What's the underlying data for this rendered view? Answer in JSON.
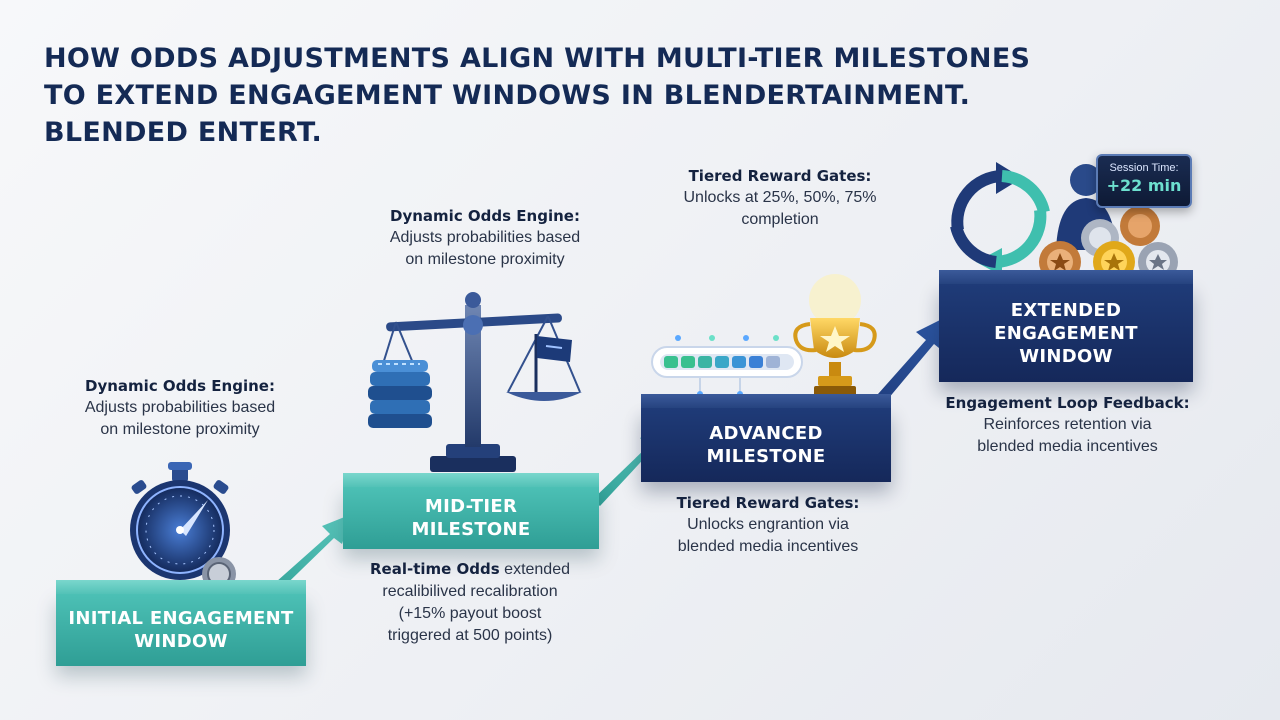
{
  "title": {
    "line1": "HOW ODDS ADJUSTMENTS ALIGN WITH MULTI-TIER MILESTONES",
    "line2": "TO EXTEND ENGAGEMENT WINDOWS IN BLENDERTAINMENT.",
    "line3": "BLENDED ENTERT."
  },
  "steps": [
    {
      "label": "INITIAL ENGAGEMENT\nWINDOW",
      "color": "#35a89e"
    },
    {
      "label": "MID-TIER\nMILESTONE",
      "color": "#35a89e"
    },
    {
      "label": "ADVANCED\nMILESTONE",
      "color": "#1a3268"
    },
    {
      "label": "EXTENDED\nENGAGEMENT\nWINDOW",
      "color": "#1a3268"
    }
  ],
  "annotations": {
    "odds_engine_left": {
      "heading": "Dynamic Odds Engine:",
      "body": "Adjusts probabilities based\non milestone proximity"
    },
    "odds_engine_mid": {
      "heading": "Dynamic Odds Engine:",
      "body": "Adjusts probabilities based\non milestone proximity"
    },
    "reward_gates_top": {
      "heading": "Tiered Reward Gates:",
      "body": "Unlocks at 25%, 50%, 75%\ncompletion"
    },
    "realtime_odds": {
      "heading": "Real-time Odds",
      "inline": " extended",
      "body": "recalibilived recalibration\n(+15% payout boost\ntriggered at 500 points)"
    },
    "reward_gates_bottom": {
      "heading": "Tiered Reward Gates:",
      "body": "Unlocks engrantion via\nblended media incentives"
    },
    "loop_feedback": {
      "heading": "Engagement Loop Feedback:",
      "body": "Reinforces retention via\nblended media incentives"
    }
  },
  "session": {
    "label": "Session Time:",
    "value": "+22 min"
  },
  "icons": [
    "stopwatch-icon",
    "chip-icon",
    "balance-scale-icon",
    "chip-stack-icon",
    "flag-icon",
    "progress-bar-icon",
    "trophy-icon",
    "refresh-loop-icon",
    "user-icon",
    "medal-icon"
  ],
  "colors": {
    "teal": "#35a89e",
    "navy": "#1a3268",
    "title": "#142a55",
    "gold": "#f2b21f"
  }
}
